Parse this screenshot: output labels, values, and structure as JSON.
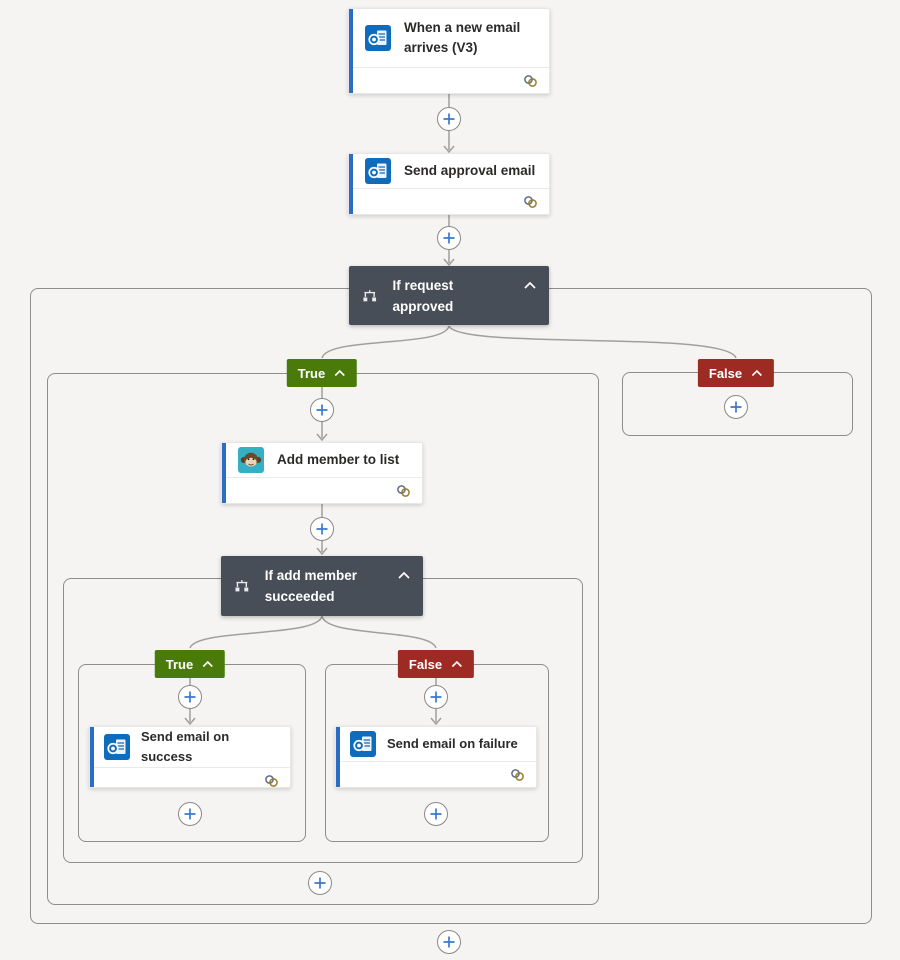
{
  "app": {
    "name": "Power Automate flow designer canvas"
  },
  "colors": {
    "canvas_bg": "#f5f4f2",
    "card_accent_blue": "#2b6cc4",
    "condition_card_bg": "#474e57",
    "true_badge_green": "#4a7b0a",
    "false_badge_red": "#9e2a24",
    "plus_glyph_blue": "#3b78cf",
    "connector_gray": "#a19f9d",
    "container_border_gray": "#8f8d8b",
    "outlook_icon_blue": "#0f6cbd",
    "mailchimp_icon_teal": "#35afc3"
  },
  "icons": {
    "trigger": "outlook-icon",
    "send_approval": "outlook-icon",
    "add_member": "mailchimp-icon",
    "send_success": "outlook-icon",
    "send_failure": "outlook-icon",
    "condition": "condition-icon",
    "card_footer": "connection-icon",
    "collapse": "chevron-up-icon",
    "insert_step": "plus-icon"
  },
  "workflow": {
    "trigger": {
      "title": "When a new email arrives (V3)"
    },
    "send_approval": {
      "title": "Send approval email"
    },
    "condition_request": {
      "title": "If request approved"
    },
    "branch_true_label": "True",
    "branch_false_label": "False",
    "add_member": {
      "title": "Add member to list"
    },
    "condition_add_member": {
      "title": "If add member succeeded"
    },
    "send_success": {
      "title": "Send email on success"
    },
    "send_failure": {
      "title": "Send email on failure"
    }
  }
}
